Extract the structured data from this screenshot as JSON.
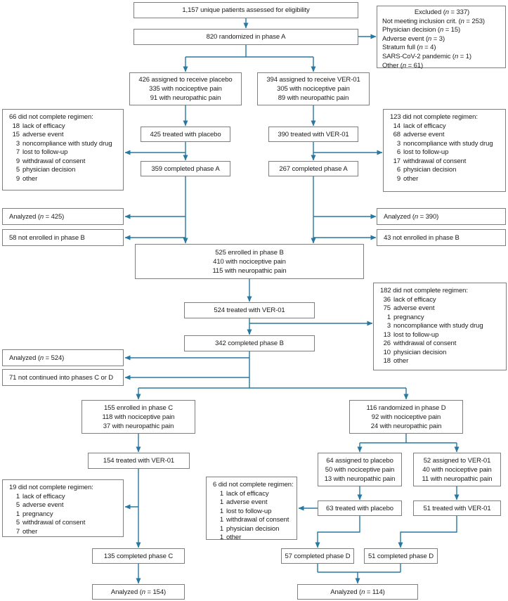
{
  "colors": {
    "arrow": "#2878a0",
    "box_border": "#7e7e7e",
    "text": "#1b1b1b",
    "background": "#ffffff"
  },
  "boxes": {
    "eligibility": {
      "text": "1,157 unique patients assessed for eligibility"
    },
    "randomized_a": {
      "text": "820 randomized in phase A"
    },
    "excluded": {
      "title": "Excluded (n = 337)",
      "items": [
        "Not meeting inclusion crit. (n = 253)",
        "Physician decision (n = 15)",
        "Adverse event (n = 3)",
        "Stratum full (n = 4)",
        "SARS-CoV-2 pandemic (n = 1)",
        "Other (n = 61)"
      ]
    },
    "assigned_placebo_a": {
      "lines": [
        "426 assigned to receive placebo",
        "335 with nociceptive pain",
        "91 with neuropathic pain"
      ]
    },
    "assigned_ver01_a": {
      "lines": [
        "394 assigned to receive VER-01",
        "305 with nociceptive pain",
        "89 with neuropathic pain"
      ]
    },
    "dropout_placebo_a": {
      "title": "66 did not complete regimen:",
      "items": [
        {
          "n": "18",
          "label": "lack of efficacy"
        },
        {
          "n": "15",
          "label": "adverse event"
        },
        {
          "n": "3",
          "label": "noncompliance with study drug"
        },
        {
          "n": "7",
          "label": "lost to follow-up"
        },
        {
          "n": "9",
          "label": "withdrawal of consent"
        },
        {
          "n": "5",
          "label": "physician decision"
        },
        {
          "n": "9",
          "label": "other"
        }
      ]
    },
    "dropout_ver01_a": {
      "title": "123 did not complete regimen:",
      "items": [
        {
          "n": "14",
          "label": "lack of efficacy"
        },
        {
          "n": "68",
          "label": "adverse event"
        },
        {
          "n": "3",
          "label": "noncompliance with study drug"
        },
        {
          "n": "6",
          "label": "lost to follow-up"
        },
        {
          "n": "17",
          "label": "withdrawal of consent"
        },
        {
          "n": "6",
          "label": "physician decision"
        },
        {
          "n": "9",
          "label": "other"
        }
      ]
    },
    "treated_placebo_a": {
      "text": "425 treated with placebo"
    },
    "treated_ver01_a": {
      "text": "390 treated with VER-01"
    },
    "completed_placebo_a": {
      "text": "359 completed phase A"
    },
    "completed_ver01_a": {
      "text": "267 completed phase A"
    },
    "analyzed_placebo_a": {
      "text": "Analyzed (n = 425)"
    },
    "not_enrolled_b_left": {
      "text": "58 not enrolled in phase B"
    },
    "analyzed_ver01_a": {
      "text": "Analyzed (n = 390)"
    },
    "not_enrolled_b_right": {
      "text": "43 not enrolled in phase B"
    },
    "enrolled_b": {
      "lines": [
        "525 enrolled in phase B",
        "410 with nociceptive pain",
        "115 with neuropathic pain"
      ]
    },
    "dropout_b": {
      "title": "182 did not complete regimen:",
      "items": [
        {
          "n": "36",
          "label": "lack of efficacy"
        },
        {
          "n": "75",
          "label": "adverse event"
        },
        {
          "n": "1",
          "label": "pregnancy"
        },
        {
          "n": "3",
          "label": "noncompliance with study drug"
        },
        {
          "n": "13",
          "label": "lost to follow-up"
        },
        {
          "n": "26",
          "label": "withdrawal of consent"
        },
        {
          "n": "10",
          "label": "physician decision"
        },
        {
          "n": "18",
          "label": "other"
        }
      ]
    },
    "treated_b": {
      "text": "524 treated with VER-01"
    },
    "completed_b": {
      "text": "342 completed phase B"
    },
    "analyzed_b": {
      "text": "Analyzed (n = 524)"
    },
    "not_continued_cd": {
      "text": "71 not continued into phases C or D"
    },
    "enrolled_c": {
      "lines": [
        "155 enrolled in phase C",
        "118 with nociceptive pain",
        "37 with neuropathic pain"
      ]
    },
    "randomized_d": {
      "lines": [
        "116 randomized in phase D",
        "92 with nociceptive pain",
        "24 with neuropathic pain"
      ]
    },
    "treated_c": {
      "text": "154 treated with VER-01"
    },
    "assigned_placebo_d": {
      "lines": [
        "64 assigned to placebo",
        "50 with nociceptive pain",
        "13 with neuropathic pain"
      ]
    },
    "assigned_ver01_d": {
      "lines": [
        "52 assigned to VER-01",
        "40 with nociceptive pain",
        "11 with neuropathic pain"
      ]
    },
    "dropout_c": {
      "title": "19 did not complete regimen:",
      "items": [
        {
          "n": "1",
          "label": "lack of efficacy"
        },
        {
          "n": "5",
          "label": "adverse event"
        },
        {
          "n": "1",
          "label": "pregnancy"
        },
        {
          "n": "5",
          "label": "withdrawal of consent"
        },
        {
          "n": "7",
          "label": "other"
        }
      ]
    },
    "dropout_placebo_d": {
      "title": "6 did not complete regimen:",
      "items": [
        {
          "n": "1",
          "label": "lack of efficacy"
        },
        {
          "n": "1",
          "label": "adverse event"
        },
        {
          "n": "1",
          "label": "lost to follow-up"
        },
        {
          "n": "1",
          "label": "withdrawal of consent"
        },
        {
          "n": "1",
          "label": "physician decision"
        },
        {
          "n": "1",
          "label": "other"
        }
      ]
    },
    "treated_placebo_d": {
      "text": "63 treated with placebo"
    },
    "treated_ver01_d": {
      "text": "51 treated with VER-01"
    },
    "completed_c": {
      "text": "135 completed phase C"
    },
    "completed_placebo_d": {
      "text": "57 completed phase D"
    },
    "completed_ver01_d": {
      "text": "51 completed phase D"
    },
    "analyzed_c": {
      "text": "Analyzed (n = 154)"
    },
    "analyzed_d": {
      "text": "Analyzed (n = 114)"
    }
  }
}
